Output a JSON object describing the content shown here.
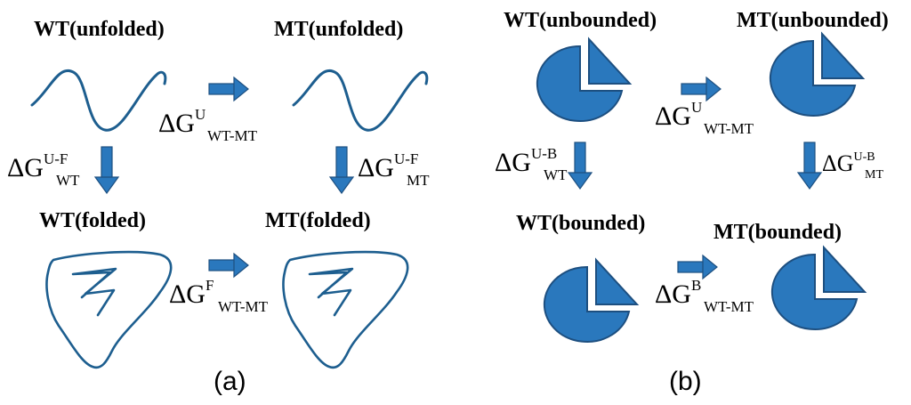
{
  "panel_a": {
    "caption": "(a)",
    "labels": {
      "wt_unfolded": "WT(unfolded)",
      "mt_unfolded": "MT(unfolded)",
      "wt_folded": "WT(folded)",
      "mt_folded": "MT(folded)"
    },
    "energies": {
      "unfolded": {
        "symbol": "ΔG",
        "sup": "U",
        "sub": "WT-MT"
      },
      "folded": {
        "symbol": "ΔG",
        "sup": "F",
        "sub": "WT-MT"
      },
      "wt": {
        "symbol": "ΔG",
        "sup": "U-F",
        "sub": "WT"
      },
      "mt": {
        "symbol": "ΔG",
        "sup": "U-F",
        "sub": "MT"
      }
    }
  },
  "panel_b": {
    "caption": "(b)",
    "labels": {
      "wt_unbounded": "WT(unbounded)",
      "mt_unbounded": "MT(unbounded)",
      "wt_bounded": "WT(bounded)",
      "mt_bounded": "MT(bounded)"
    },
    "energies": {
      "unbounded": {
        "symbol": "ΔG",
        "sup": "U",
        "sub": "WT-MT"
      },
      "bounded": {
        "symbol": "ΔG",
        "sup": "B",
        "sub": "WT-MT"
      },
      "wt": {
        "symbol": "ΔG",
        "sup": "U-B",
        "sub": "WT"
      },
      "mt": {
        "symbol": "ΔG",
        "sup": "U-B",
        "sub": "MT"
      }
    }
  },
  "colors": {
    "arrow_fill": "#2a78bd",
    "arrow_stroke": "#1d4f80",
    "protein_line": "#1d5e8f",
    "pie_fill": "#2a78bd"
  }
}
